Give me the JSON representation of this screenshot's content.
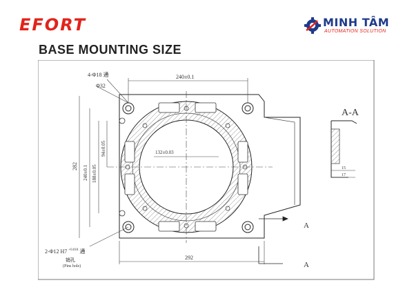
{
  "header": {
    "brand_left": "EFORT",
    "brand_right_name": "MINH TÂM",
    "brand_right_tagline": "AUTOMATION SOLUTION",
    "title": "BASE MOUNTING SIZE"
  },
  "drawing": {
    "section_label": "A-A",
    "hole_note": "4-Φ18 通",
    "diameter_32": "Φ32",
    "dim_240_top": "240±0.1",
    "dim_282": "282",
    "dim_240_left": "240±0.1",
    "dim_188": "188±0.05",
    "dim_94": "94±0.05",
    "dim_132": "132±0.03",
    "dim_292": "292",
    "pin_note_main": "2-Φ12 H7 ",
    "pin_note_tol": "+0.018",
    "pin_note_tol2": "0",
    "pin_note_tail": " 通",
    "pin_hole_cn": "销孔",
    "pin_hole_en": "(Pins hole)",
    "arrow_a_1": "A",
    "arrow_a_2": "A",
    "dim_15": "15",
    "dim_17": "17"
  },
  "colors": {
    "efort_red": "#e2231a",
    "minhtam_blue": "#1e3a8a"
  }
}
